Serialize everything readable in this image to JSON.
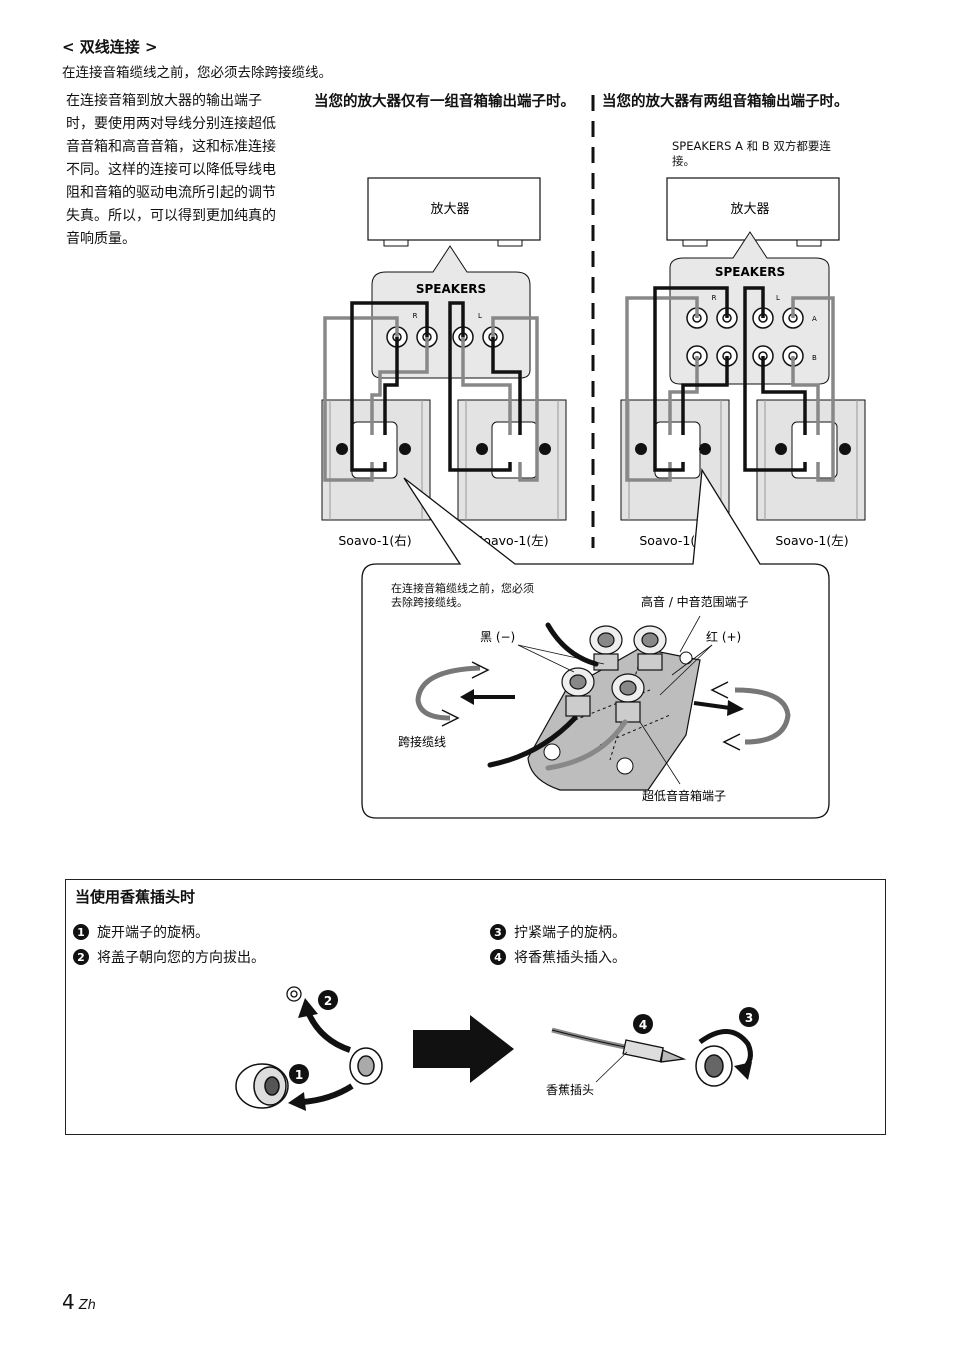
{
  "section": {
    "title": "< 双线连接 >",
    "intro": "在连接音箱缆线之前，您必须去除跨接缆线。",
    "body": "在连接音箱到放大器的输出端子时，要使用两对导线分别连接超低音音箱和高音音箱，这和标准连接不同。这样的连接可以降低导线电阻和音箱的驱动电流所引起的调节失真。所以，可以得到更加纯真的音响质量。"
  },
  "left_column": {
    "heading": "当您的放大器仅有一组音箱输出端子时。",
    "amp_label": "放大器",
    "panel_label": "SPEAKERS",
    "ch_r": "R",
    "ch_l": "L",
    "speaker_right": "Soavo-1(右)",
    "speaker_left": "Soavo-1(左)"
  },
  "right_column": {
    "heading": "当您的放大器有两组音箱输出端子时。",
    "note": "SPEAKERS A 和 B 双方都要连接。",
    "amp_label": "放大器",
    "panel_label": "SPEAKERS",
    "ch_r": "R",
    "ch_l": "L",
    "row_a": "A",
    "row_b": "B",
    "speaker_right": "Soavo-1(右)",
    "speaker_left": "Soavo-1(左)"
  },
  "callout": {
    "note": "在连接音箱缆线之前，您必须去除跨接缆线。",
    "high_mid": "高音 / 中音范围端子",
    "black": "黑 (−)",
    "red": "红 (+)",
    "jumper": "跨接缆线",
    "woofer": "超低音音箱端子"
  },
  "banana": {
    "title": "当使用香蕉插头时",
    "steps": [
      {
        "num": "1",
        "text": "旋开端子的旋柄。"
      },
      {
        "num": "2",
        "text": "将盖子朝向您的方向拔出。"
      },
      {
        "num": "3",
        "text": "拧紧端子的旋柄。"
      },
      {
        "num": "4",
        "text": "将香蕉插头插入。"
      }
    ],
    "plug_label": "香蕉插头"
  },
  "page": {
    "number": "4",
    "lang": "Zh"
  }
}
